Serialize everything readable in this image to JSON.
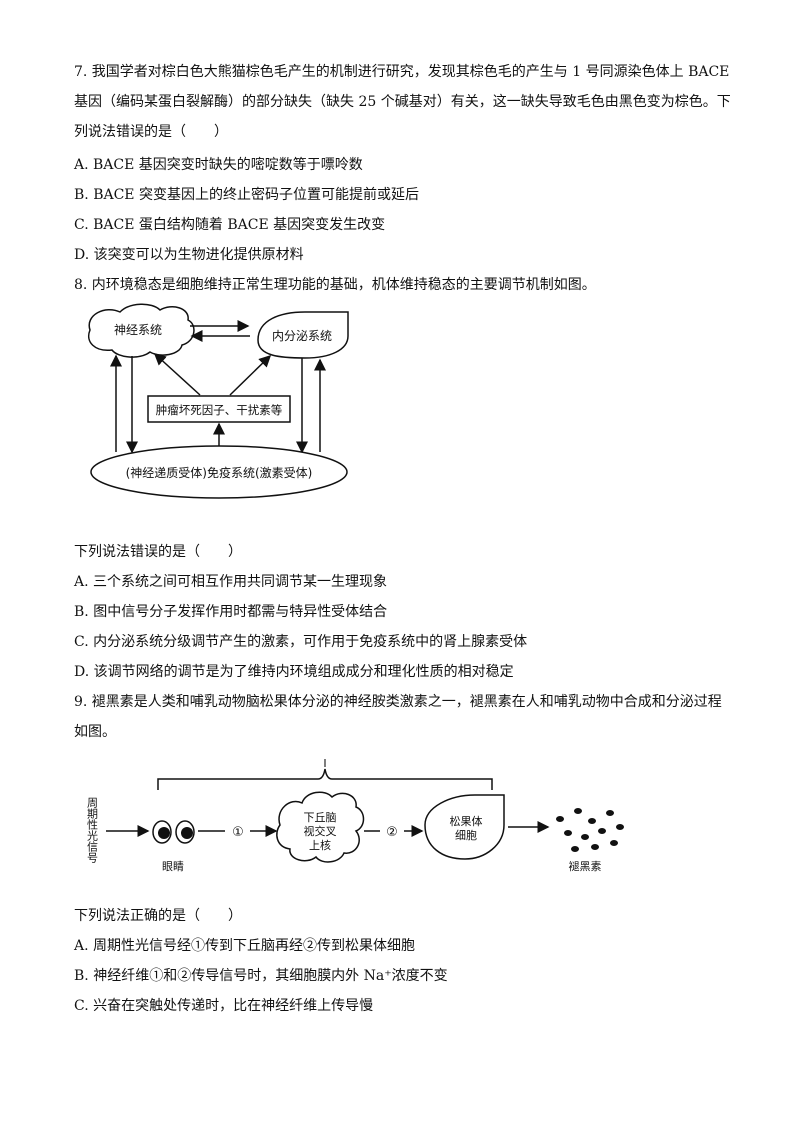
{
  "q7": {
    "stem_line1": "7. 我国学者对棕白色大熊猫棕色毛产生的机制进行研究，发现其棕色毛的产生与 1 号同源染色体上 BACE",
    "stem_line2": "基因（编码某蛋白裂解酶）的部分缺失（缺失 25 个碱基对）有关，这一缺失导致毛色由黑色变为棕色。下",
    "stem_line3": "列说法错误的是（　　）",
    "options": [
      "A. BACE 基因突变时缺失的嘧啶数等于嘌呤数",
      "B. BACE 突变基因上的终止密码子位置可能提前或延后",
      "C. BACE 蛋白结构随着 BACE 基因突变发生改变",
      "D. 该突变可以为生物进化提供原材料"
    ]
  },
  "q8": {
    "stem": "8. 内环境稳态是细胞维持正常生理功能的基础，机体维持稳态的主要调节机制如图。",
    "diagram": {
      "nervous": "神经系统",
      "endocrine": "内分泌系统",
      "factors": "肿瘤坏死因子、干扰素等",
      "immune": "(神经递质受体)免疫系统(激素受体)"
    },
    "question": "下列说法错误的是（　　）",
    "options": [
      "A. 三个系统之间可相互作用共同调节某一生理现象",
      "B. 图中信号分子发挥作用时都需与特异性受体结合",
      "C. 内分泌系统分级调节产生的激素，可作用于免疫系统中的肾上腺素受体",
      "D. 该调节网络的调节是为了维持内环境组成成分和理化性质的相对稳定"
    ]
  },
  "q9": {
    "stem_line1": "9. 褪黑素是人类和哺乳动物脑松果体分泌的神经胺类激素之一，褪黑素在人和哺乳动物中合成和分泌过程",
    "stem_line2": "如图。",
    "diagram": {
      "bracket_label": "I",
      "light_signal": "周期性光信号",
      "eye": "眼睛",
      "step1": "①",
      "hypothalamus_line1": "下丘脑",
      "hypothalamus_line2": "视交叉",
      "hypothalamus_line3": "上核",
      "step2": "②",
      "pineal_line1": "松果体",
      "pineal_line2": "细胞",
      "melatonin": "褪黑素"
    },
    "question": "下列说法正确的是（　　）",
    "options": [
      "A. 周期性光信号经①传到下丘脑再经②传到松果体细胞",
      "B. 神经纤维①和②传导信号时，其细胞膜内外 Na⁺浓度不变",
      "C. 兴奋在突触处传递时，比在神经纤维上传导慢"
    ]
  }
}
